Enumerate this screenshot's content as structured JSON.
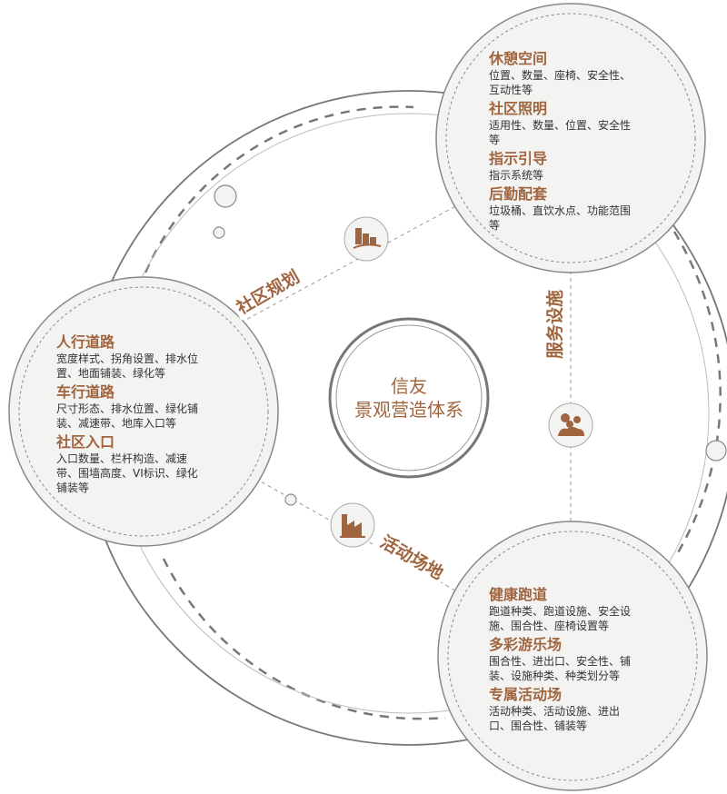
{
  "center": {
    "line1": "信友",
    "line2": "景观营造体系"
  },
  "categories": {
    "planning": "社区规划",
    "service": "服务设施",
    "activity": "活动场地"
  },
  "service_circle": {
    "items": [
      {
        "title": "休憩空间",
        "desc": [
          "位置、数量、座椅、安全性、",
          "互动性等"
        ]
      },
      {
        "title": "社区照明",
        "desc": [
          "适用性、数量、位置、安全性",
          "等"
        ]
      },
      {
        "title": "指示引导",
        "desc": [
          "指示系统等"
        ]
      },
      {
        "title": "后勤配套",
        "desc": [
          "垃圾桶、直饮水点、功能范围",
          "等"
        ]
      }
    ]
  },
  "planning_circle": {
    "items": [
      {
        "title": "人行道路",
        "desc": [
          "宽度样式、拐角设置、排水位",
          "置、地面铺装、绿化等"
        ]
      },
      {
        "title": "车行道路",
        "desc": [
          "尺寸形态、排水位置、绿化铺",
          "装、减速带、地库入口等"
        ]
      },
      {
        "title": "社区入口",
        "desc": [
          "入口数量、栏杆构造、减速",
          "带、围墙高度、VI标识、绿化",
          "铺装等"
        ]
      }
    ]
  },
  "activity_circle": {
    "items": [
      {
        "title": "健康跑道",
        "desc": [
          "跑道种类、跑道设施、安全设",
          "施、围合性、座椅设置等"
        ]
      },
      {
        "title": "多彩游乐场",
        "desc": [
          "围合性、进出口、安全性、铺",
          "装、设施种类、种类划分等"
        ]
      },
      {
        "title": "专属活动场",
        "desc": [
          "活动种类、活动设施、进出",
          "口、围合性、铺装等"
        ]
      }
    ]
  },
  "icons": {
    "planning": "buildings-icon",
    "service": "people-group-icon",
    "activity": "factory-icon"
  },
  "colors": {
    "accent": "#a0653f",
    "circle_fill": "#f3f3f1",
    "ring": "#666666",
    "dash": "#999999"
  }
}
